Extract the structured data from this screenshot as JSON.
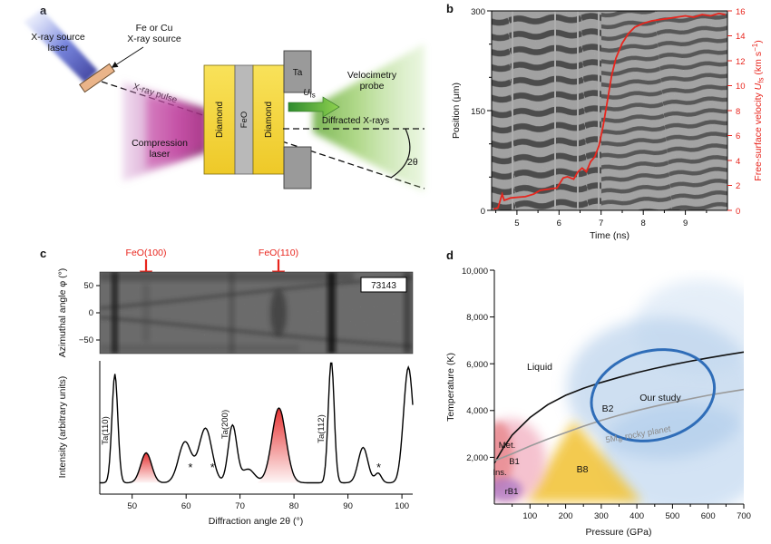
{
  "figure": {
    "panel_a": {
      "label": "a",
      "xray_source_laser_l1": "X-ray source",
      "xray_source_laser_l2": "laser",
      "target_l1": "Fe or Cu",
      "target_l2": "X-ray source",
      "xray_pulse": "X-ray pulse",
      "compression_l1": "Compression",
      "compression_l2": "laser",
      "diamond_left": "Diamond",
      "feo": "FeO",
      "diamond_right": "Diamond",
      "ta": "Ta",
      "probe_l1": "Velocimetry",
      "probe_l2": "probe",
      "ufs_parts": [
        "U",
        "fs"
      ],
      "diffracted": "Diffracted X-rays",
      "two_theta": "2θ"
    },
    "panel_b": {
      "label": "b",
      "ylabel_left": "Position (μm)",
      "left_ticks": [
        "300",
        "150",
        "0"
      ],
      "right_label_parts": [
        "Free-surface velocity ",
        "U",
        "fs",
        " (km s",
        "−1",
        ")"
      ],
      "right_ticks": [
        "16",
        "14",
        "12",
        "10",
        "8",
        "6",
        "4",
        "2",
        "0"
      ],
      "x_ticks": [
        "5",
        "6",
        "7",
        "8",
        "9"
      ],
      "xlabel": "Time (ns)"
    },
    "panel_c": {
      "label": "c",
      "feo100": "FeO(100)",
      "feo110": "FeO(110)",
      "shot_number": "73143",
      "ylabel_top": "Azimuthal angle φ (°)",
      "phi_ticks": [
        "50",
        "0",
        "−50"
      ],
      "ylabel_bottom": "Intensity (arbitrary units)",
      "x_ticks": [
        "50",
        "60",
        "70",
        "80",
        "90",
        "100"
      ],
      "xlabel": "Diffraction angle 2θ (°)",
      "peak_ta110": "Ta(110)",
      "peak_ta200": "Ta(200)",
      "peak_ta112": "Ta(112)",
      "asterisk": "*"
    },
    "panel_d": {
      "label": "d",
      "ylabel": "Temperature (K)",
      "y_ticks": [
        "10,000",
        "8,000",
        "6,000",
        "4,000",
        "2,000"
      ],
      "x_ticks": [
        "100",
        "200",
        "300",
        "400",
        "500",
        "600",
        "700"
      ],
      "xlabel": "Pressure (GPa)",
      "liquid": "Liquid",
      "b1": "B1",
      "b2": "B2",
      "b8": "B8",
      "rb1": "rB1",
      "ins": "Ins.",
      "met": "Met.",
      "our_study": "Our study",
      "planet_parts": [
        "5M",
        "⊕",
        " rocky planet"
      ]
    }
  },
  "chart_data": [
    {
      "id": "panel_b_velocity",
      "type": "line",
      "title": "Streak record with free-surface velocity",
      "xlabel": "Time (ns)",
      "ylabel_left": "Position (μm)",
      "ylabel_right": "Free-surface velocity Ufs (km s−1)",
      "xlim": [
        4.4,
        10.0
      ],
      "ylim_left": [
        0,
        300
      ],
      "ylim_right": [
        0,
        16
      ],
      "series": [
        {
          "name": "free-surface-velocity",
          "color": "#e8251d",
          "x": [
            4.45,
            4.55,
            4.65,
            4.7,
            4.78,
            4.85,
            5.0,
            5.2,
            5.4,
            5.55,
            5.75,
            5.95,
            6.1,
            6.2,
            6.35,
            6.45,
            6.55,
            6.65,
            6.75,
            6.85,
            6.95,
            7.05,
            7.15,
            7.25,
            7.35,
            7.5,
            7.65,
            7.8,
            8.0,
            8.2,
            8.4,
            8.6,
            8.8,
            9.0,
            9.2,
            9.4,
            9.6,
            9.8,
            9.95
          ],
          "y": [
            0.1,
            0.2,
            1.3,
            0.8,
            0.9,
            1.0,
            1.05,
            1.1,
            1.3,
            1.6,
            1.7,
            1.8,
            2.6,
            2.7,
            2.5,
            3.1,
            3.4,
            3.1,
            3.9,
            4.3,
            5.2,
            6.8,
            8.8,
            10.8,
            12.2,
            13.4,
            14.2,
            14.7,
            15.0,
            15.2,
            15.3,
            15.4,
            15.5,
            15.6,
            15.5,
            15.7,
            15.6,
            15.8,
            15.7
          ]
        }
      ]
    },
    {
      "id": "panel_c_lineout",
      "type": "line",
      "xlabel": "Diffraction angle 2θ (°)",
      "ylabel": "Intensity (arbitrary units)",
      "xlim": [
        44,
        102
      ],
      "baseline": 0.05,
      "peaks": [
        {
          "label": "Ta(110)",
          "center": 46.8,
          "height": 0.8,
          "sigma": 0.55,
          "red": false
        },
        {
          "label": "FeO(100)",
          "center": 52.6,
          "height": 0.22,
          "sigma": 1.0,
          "red": true
        },
        {
          "label": "",
          "center": 59.8,
          "height": 0.3,
          "sigma": 1.2,
          "red": false
        },
        {
          "label": "",
          "center": 63.6,
          "height": 0.4,
          "sigma": 1.2,
          "red": false
        },
        {
          "label": "Ta(200)",
          "center": 68.6,
          "height": 0.42,
          "sigma": 0.8,
          "red": false
        },
        {
          "label": "",
          "center": 71.5,
          "height": 0.1,
          "sigma": 1.2,
          "red": false
        },
        {
          "label": "FeO(110)",
          "center": 77.2,
          "height": 0.55,
          "sigma": 1.3,
          "red": true
        },
        {
          "label": "Ta(112)",
          "center": 86.9,
          "height": 0.9,
          "sigma": 0.55,
          "red": false
        },
        {
          "label": "",
          "center": 92.8,
          "height": 0.26,
          "sigma": 0.9,
          "red": false
        },
        {
          "label": "",
          "center": 95.6,
          "height": 0.07,
          "sigma": 0.6,
          "red": false
        },
        {
          "label": "",
          "center": 101.2,
          "height": 0.85,
          "sigma": 0.9,
          "red": false
        }
      ],
      "asterisks_2theta": [
        60.8,
        64.9,
        95.7
      ]
    },
    {
      "id": "panel_d_phase",
      "type": "line",
      "xlabel": "Pressure (GPa)",
      "ylabel": "Temperature (K)",
      "xlim": [
        0,
        700
      ],
      "ylim": [
        0,
        10000
      ],
      "series": [
        {
          "name": "melting-curve",
          "color": "#111111",
          "x": [
            0,
            25,
            50,
            100,
            150,
            200,
            250,
            300,
            350,
            400,
            450,
            500,
            550,
            600,
            650,
            700
          ],
          "y": [
            1750,
            2400,
            2950,
            3700,
            4250,
            4650,
            4950,
            5200,
            5420,
            5620,
            5800,
            5960,
            6110,
            6250,
            6380,
            6500
          ]
        },
        {
          "name": "rocky-planet-geotherm",
          "color": "#9a9a9a",
          "x": [
            0,
            50,
            100,
            150,
            200,
            250,
            300,
            350,
            400,
            450,
            500,
            550,
            600,
            650,
            700
          ],
          "y": [
            1850,
            2150,
            2480,
            2780,
            3060,
            3330,
            3580,
            3800,
            4000,
            4180,
            4350,
            4500,
            4650,
            4780,
            4900
          ]
        }
      ],
      "study_ellipse": {
        "center_pressure_gpa": 445,
        "center_temperature_k": 4650,
        "rx_gpa": 175,
        "ry_k": 1900,
        "rotation_deg": -14,
        "color": "#2f6db8",
        "label": "Our study"
      },
      "regions": [
        "Liquid",
        "B1",
        "B2",
        "B8",
        "rB1",
        "Ins.",
        "Met."
      ]
    }
  ]
}
